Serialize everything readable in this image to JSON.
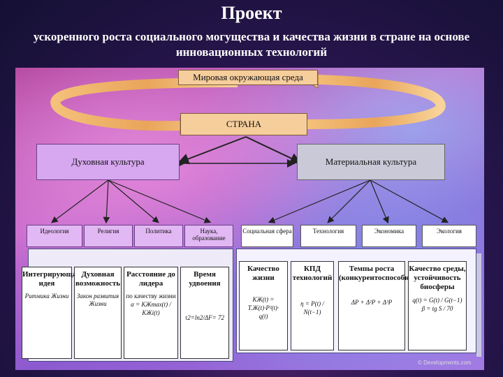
{
  "title": "Проект",
  "subtitle": "ускоренного роста социального могущества и качества жизни в стране на основе инновационных технологий",
  "nodes": {
    "world": "Мировая окружающая среда",
    "country": "СТРАНА",
    "spiritual": "Духовная культура",
    "material": "Материальная культура"
  },
  "spiritual_categories": [
    "Идеология",
    "Религия",
    "Политика",
    "Наука, образование"
  ],
  "material_categories": [
    "Социальная сфера",
    "Технология",
    "Экономика",
    "Экология"
  ],
  "cards": [
    {
      "title": "Интегрирующая идея",
      "sub": "Ритмика Жизни"
    },
    {
      "title": "Духовная возможность",
      "sub": "Закон развития Жизни"
    },
    {
      "title": "Расстояние до лидера",
      "sub": "по качеству жизни"
    },
    {
      "title": "Время удвоения",
      "sub": ""
    },
    {
      "title": "Качество жизни",
      "sub": ""
    },
    {
      "title": "КПД технологий",
      "sub": ""
    },
    {
      "title": "Темпы роста (конкурентоспособность)",
      "sub": ""
    },
    {
      "title": "Качество среды, устойчивость биосферы",
      "sub": ""
    }
  ],
  "formulas": {
    "distance": "α = КЖmax(t) / КЖi(t)",
    "doubling": "τ2=ln2/ΔF= 72",
    "quality": "КЖ(t) = ",
    "quality2": "Т.Ж(t)·Р²(t)·",
    "quality3": "q(t)",
    "efficiency": "η = P(t) / N(t−1)",
    "growth": "ΔP + Δ²P + Δ³P",
    "ecology1": "q(t) = G(t) / G(t−1)",
    "ecology2": "β = tg S / 70"
  },
  "copyright": "© Developments.com"
}
